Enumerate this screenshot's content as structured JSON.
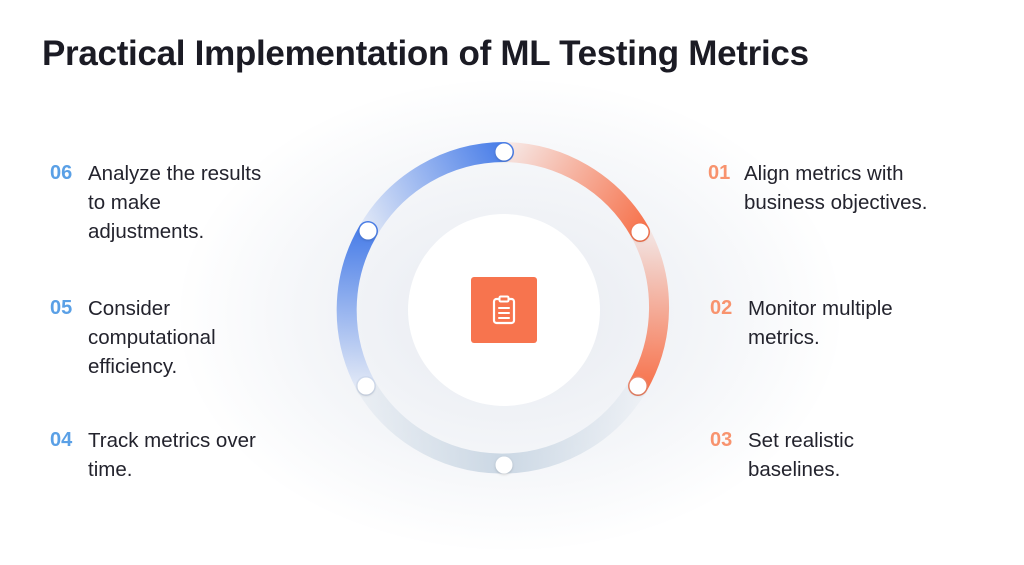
{
  "title": "Practical Implementation of ML Testing Metrics",
  "steps": [
    {
      "number": "01",
      "text": "Align metrics with\nbusiness objectives.",
      "color": "#f8936e"
    },
    {
      "number": "02",
      "text": "Monitor multiple\nmetrics.",
      "color": "#f8936e"
    },
    {
      "number": "03",
      "text": "Set realistic\nbaselines.",
      "color": "#f8936e"
    },
    {
      "number": "04",
      "text": "Track metrics over\ntime.",
      "color": "#5aa0e6"
    },
    {
      "number": "05",
      "text": "Consider\ncomputational\nefficiency.",
      "color": "#5aa0e6"
    },
    {
      "number": "06",
      "text": "Analyze the results\nto make\nadjustments.",
      "color": "#5aa0e6"
    }
  ],
  "colors": {
    "accent_orange": "#f7744e",
    "accent_blue": "#4a7ee8",
    "ring_track": "#c9d6e3"
  },
  "center_icon": "clipboard-icon"
}
